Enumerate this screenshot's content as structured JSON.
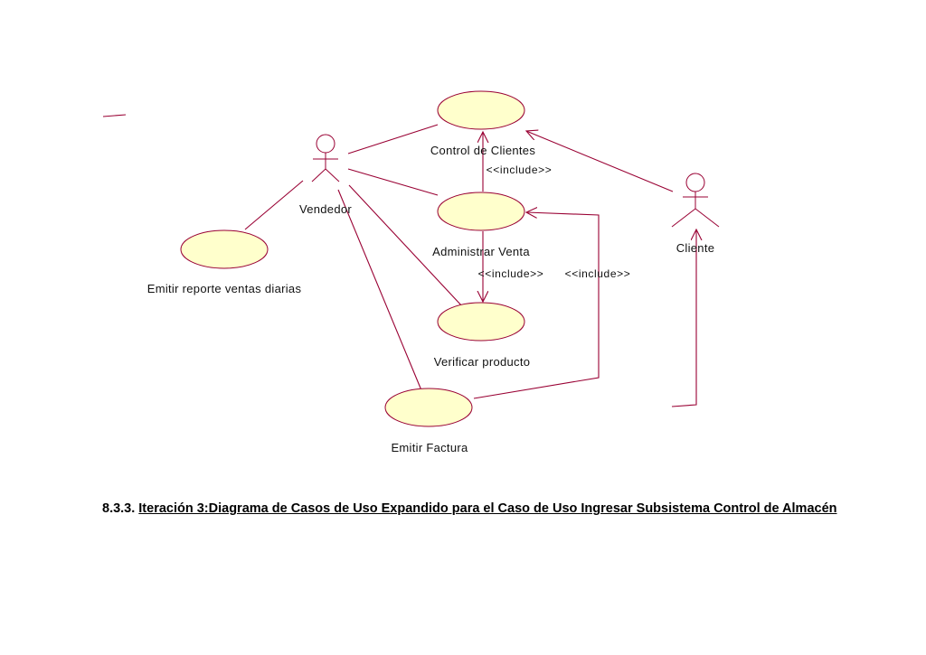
{
  "diagram": {
    "colors": {
      "stroke": "#990033",
      "usecase_fill": "#ffffcc",
      "text": "#111111"
    },
    "actors": {
      "vendedor": "Vendedor",
      "cliente": "Cliente"
    },
    "usecases": {
      "control_clientes": "Control de Clientes",
      "administrar_venta": "Administrar Venta",
      "emitir_reporte": "Emitir reporte ventas diarias",
      "verificar_producto": "Verificar producto",
      "emitir_factura": "Emitir Factura"
    },
    "stereotypes": {
      "include_control": "<<include>>",
      "include_verificar": "<<include>>",
      "include_factura": "<<include>>"
    }
  },
  "caption": {
    "number": "8.3.3.",
    "text": "Iteración 3:Diagrama de Casos de Uso Expandido para el Caso de Uso Ingresar Subsistema Control de Almacén"
  }
}
